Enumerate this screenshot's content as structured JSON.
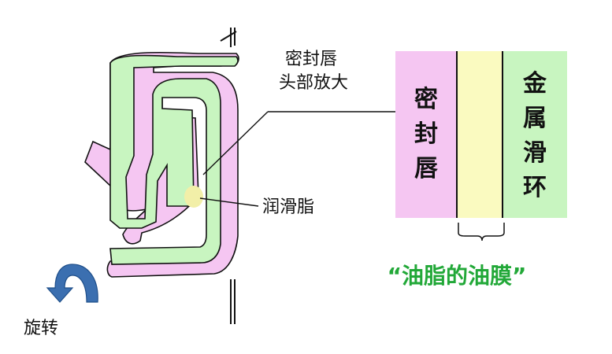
{
  "labels": {
    "lip_head_line1": "密封唇",
    "lip_head_line2": "头部放大",
    "grease": "润滑脂",
    "rotation": "旋转",
    "oil_film": "“油脂的油膜”"
  },
  "layers": [
    {
      "chars": [
        "密",
        "封",
        "唇"
      ],
      "color": "#f5c6f2"
    },
    {
      "chars": [],
      "color": "#fafac0"
    },
    {
      "chars": [
        "金",
        "属",
        "滑",
        "环"
      ],
      "color": "#c8f5c0"
    }
  ],
  "colors": {
    "seal_lip": "#f5c6f2",
    "metal": "#c8f5c0",
    "grease": "#f2efa8",
    "arrow": "#3b6fb0",
    "oil_film_text": "#22a838",
    "outline": "#111111"
  }
}
